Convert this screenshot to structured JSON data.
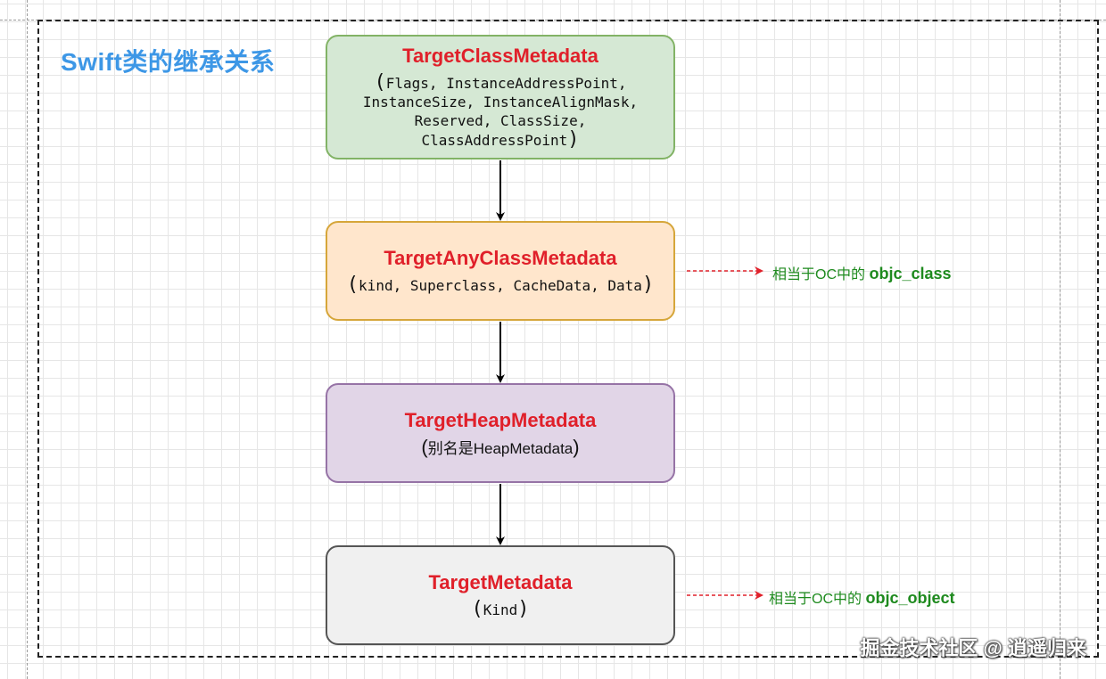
{
  "title": "Swift类的继承关系",
  "boxes": [
    {
      "name": "TargetClassMetadata",
      "fields": "Flags, InstanceAddressPoint,\nInstanceSize, InstanceAlignMask,\nReserved, ClassSize,\nClassAddressPoint",
      "open": "(",
      "close": ")"
    },
    {
      "name": "TargetAnyClassMetadata",
      "fields": "kind, Superclass, CacheData, Data",
      "open": "(",
      "close": ")"
    },
    {
      "name": "TargetHeapMetadata",
      "fields": "别名是HeapMetadata",
      "open": "(",
      "close": ")"
    },
    {
      "name": "TargetMetadata",
      "fields": "Kind",
      "open": "(",
      "close": ")"
    }
  ],
  "notes": [
    {
      "prefix": "相当于OC中的",
      "term": "objc_class"
    },
    {
      "prefix": "相当于OC中的",
      "term": "objc_object"
    }
  ],
  "watermark": "掘金技术社区 @ 逍遥归来",
  "colors": {
    "title": "#3d97e6",
    "box_name": "#e0202a",
    "note": "#1e8a1e",
    "note_arrow": "#e0202a"
  }
}
